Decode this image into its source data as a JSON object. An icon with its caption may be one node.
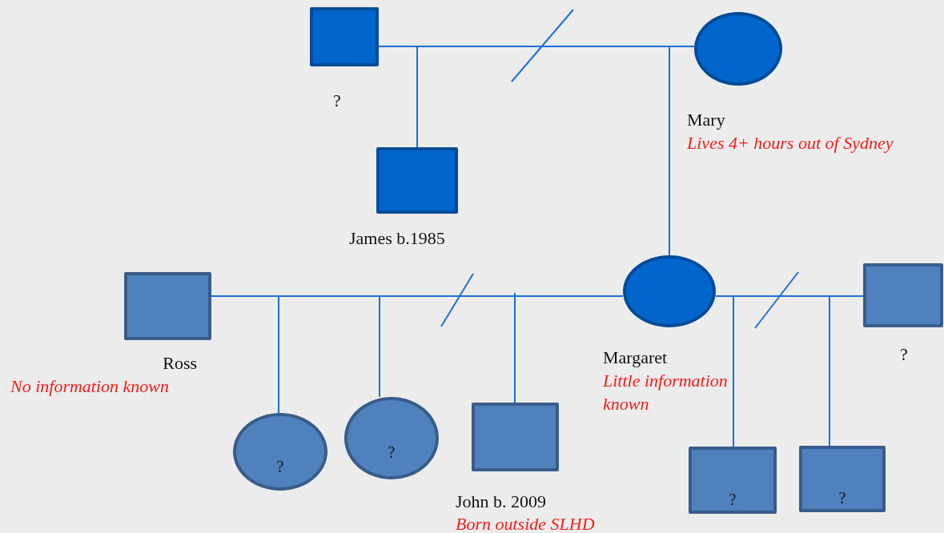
{
  "diagram": {
    "nodes": [
      {
        "text": [],
        "shape": "box",
        "beside": [
          "?"
        ]
      },
      {
        "text": [],
        "shape": "circle",
        "beside": [
          "Mary",
          "Lives 4+ hours out of Sydney"
        ]
      },
      {
        "text": [],
        "shape": "box",
        "beside": [
          "James b.1985"
        ]
      },
      {
        "text": [],
        "shape": "box",
        "beside": [
          "Ross",
          "No information known"
        ]
      },
      {
        "text": [],
        "shape": "circle",
        "beside": [
          "Margaret",
          "Little information known"
        ]
      },
      {
        "text": [],
        "shape": "box",
        "beside": [
          "?"
        ]
      },
      {
        "text": [
          "?"
        ]
      },
      {
        "text": [
          "?"
        ]
      },
      {
        "text": [],
        "shape": "box",
        "beside": [
          "John b. 2009",
          "Born outside SLHD"
        ]
      },
      {
        "text": [
          "?"
        ]
      },
      {
        "text": [
          "?"
        ]
      }
    ],
    "edges": [
      {
        "from": 0,
        "to": 1,
        "arrow": "none"
      },
      {
        "from": null,
        "to": 2,
        "arrow": "none"
      },
      {
        "from": null,
        "to": 4,
        "arrow": "none"
      },
      {
        "from": 3,
        "to": 4,
        "arrow": "none"
      },
      {
        "from": null,
        "to": 6,
        "arrow": "none"
      },
      {
        "from": null,
        "to": 7,
        "arrow": "none"
      },
      {
        "from": null,
        "to": 8,
        "arrow": "none"
      },
      {
        "from": 4,
        "to": 5,
        "arrow": "none"
      },
      {
        "from": null,
        "to": 9,
        "arrow": "none"
      },
      {
        "from": null,
        "to": 10,
        "arrow": "none"
      }
    ]
  }
}
